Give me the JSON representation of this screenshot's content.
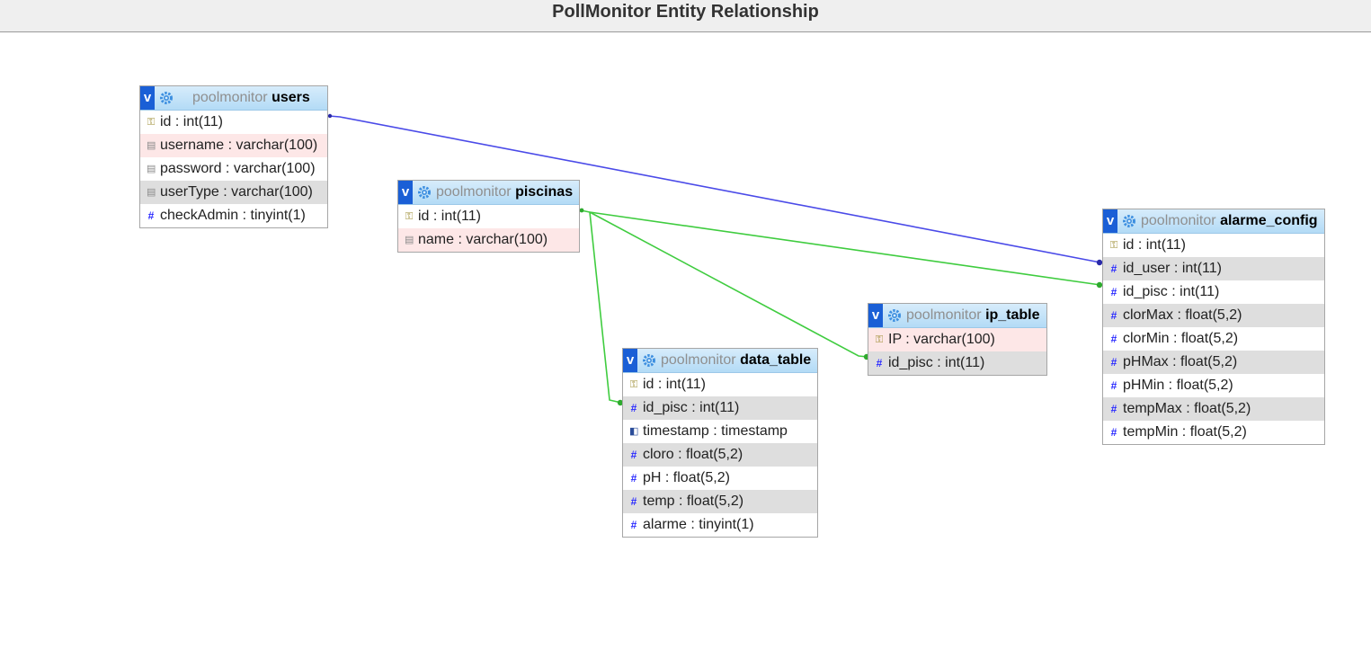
{
  "page_title": "PollMonitor Entity Relationship",
  "colors": {
    "header_gradient_top": "#d7ecfb",
    "header_gradient_bottom": "#b3dbf6",
    "toggle_blue": "#1a5fd6",
    "relation_users": "#4a4ae8",
    "relation_piscinas": "#3fcc3f",
    "pink_row": "#fde7e7",
    "grey_row": "#dedede"
  },
  "tables": {
    "users": {
      "toggle": "v",
      "db": "poolmonitor",
      "name": "users",
      "columns": [
        {
          "icon": "key-icon",
          "name": "id",
          "type": "int(11)"
        },
        {
          "icon": "text-icon",
          "name": "username",
          "type": "varchar(100)"
        },
        {
          "icon": "text-icon",
          "name": "password",
          "type": "varchar(100)"
        },
        {
          "icon": "text-icon",
          "name": "userType",
          "type": "varchar(100)"
        },
        {
          "icon": "number-icon",
          "name": "checkAdmin",
          "type": "tinyint(1)"
        }
      ]
    },
    "piscinas": {
      "toggle": "v",
      "db": "poolmonitor",
      "name": "piscinas",
      "columns": [
        {
          "icon": "key-icon",
          "name": "id",
          "type": "int(11)"
        },
        {
          "icon": "text-icon",
          "name": "name",
          "type": "varchar(100)"
        }
      ]
    },
    "data_table": {
      "toggle": "v",
      "db": "poolmonitor",
      "name": "data_table",
      "columns": [
        {
          "icon": "key-icon",
          "name": "id",
          "type": "int(11)"
        },
        {
          "icon": "number-icon",
          "name": "id_pisc",
          "type": "int(11)"
        },
        {
          "icon": "timestamp-icon",
          "name": "timestamp",
          "type": "timestamp"
        },
        {
          "icon": "number-icon",
          "name": "cloro",
          "type": "float(5,2)"
        },
        {
          "icon": "number-icon",
          "name": "pH",
          "type": "float(5,2)"
        },
        {
          "icon": "number-icon",
          "name": "temp",
          "type": "float(5,2)"
        },
        {
          "icon": "number-icon",
          "name": "alarme",
          "type": "tinyint(1)"
        }
      ]
    },
    "ip_table": {
      "toggle": "v",
      "db": "poolmonitor",
      "name": "ip_table",
      "columns": [
        {
          "icon": "key-icon",
          "name": "IP",
          "type": "varchar(100)"
        },
        {
          "icon": "number-icon",
          "name": "id_pisc",
          "type": "int(11)"
        }
      ]
    },
    "alarme_config": {
      "toggle": "v",
      "db": "poolmonitor",
      "name": "alarme_config",
      "columns": [
        {
          "icon": "key-icon",
          "name": "id",
          "type": "int(11)"
        },
        {
          "icon": "number-icon",
          "name": "id_user",
          "type": "int(11)"
        },
        {
          "icon": "number-icon",
          "name": "id_pisc",
          "type": "int(11)"
        },
        {
          "icon": "number-icon",
          "name": "clorMax",
          "type": "float(5,2)"
        },
        {
          "icon": "number-icon",
          "name": "clorMin",
          "type": "float(5,2)"
        },
        {
          "icon": "number-icon",
          "name": "pHMax",
          "type": "float(5,2)"
        },
        {
          "icon": "number-icon",
          "name": "pHMin",
          "type": "float(5,2)"
        },
        {
          "icon": "number-icon",
          "name": "tempMax",
          "type": "float(5,2)"
        },
        {
          "icon": "number-icon",
          "name": "tempMin",
          "type": "float(5,2)"
        }
      ]
    }
  }
}
